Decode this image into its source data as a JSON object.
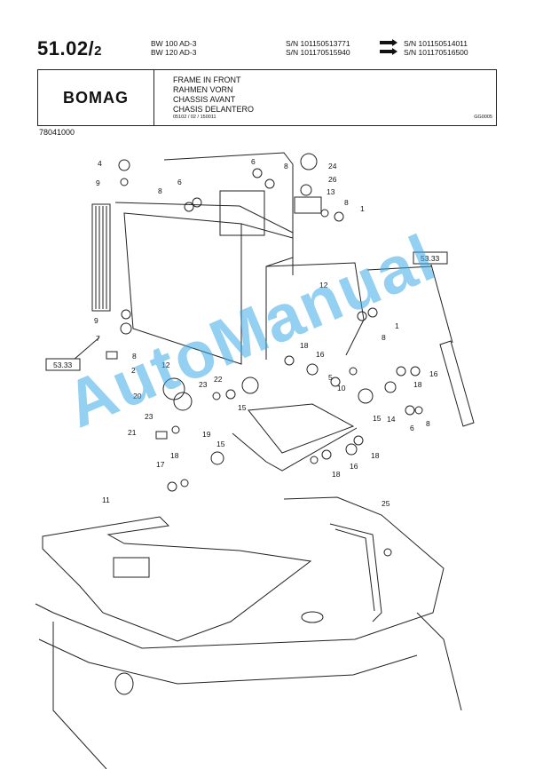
{
  "header": {
    "page_number_main": "51.02/",
    "page_number_sub": "2",
    "models": [
      "BW 100 AD-3",
      "BW 120 AD-3"
    ],
    "serial_rows": [
      {
        "from": "S/N 101150513771",
        "to": "S/N 101150514011"
      },
      {
        "from": "S/N 101170515940",
        "to": "S/N 101170516500"
      }
    ],
    "brand": "BOMAG",
    "titles": [
      "FRAME IN FRONT",
      "RAHMEN VORN",
      "CHASSIS AVANT",
      "CHASIS DELANTERO"
    ],
    "reference": "05102 / 02 / 150011",
    "ref_code": "GG0005",
    "part_number": "78041000"
  },
  "callouts": [
    "1",
    "1",
    "2",
    "4",
    "5",
    "6",
    "6",
    "6",
    "7",
    "8",
    "8",
    "8",
    "8",
    "8",
    "8",
    "9",
    "9",
    "10",
    "11",
    "12",
    "12",
    "13",
    "14",
    "15",
    "15",
    "15",
    "16",
    "16",
    "16",
    "17",
    "18",
    "18",
    "18",
    "18",
    "18",
    "19",
    "20",
    "21",
    "22",
    "23",
    "23",
    "24",
    "25",
    "26"
  ],
  "reference_boxes": [
    "53.33",
    "53.33"
  ],
  "watermark": "AutoManual"
}
